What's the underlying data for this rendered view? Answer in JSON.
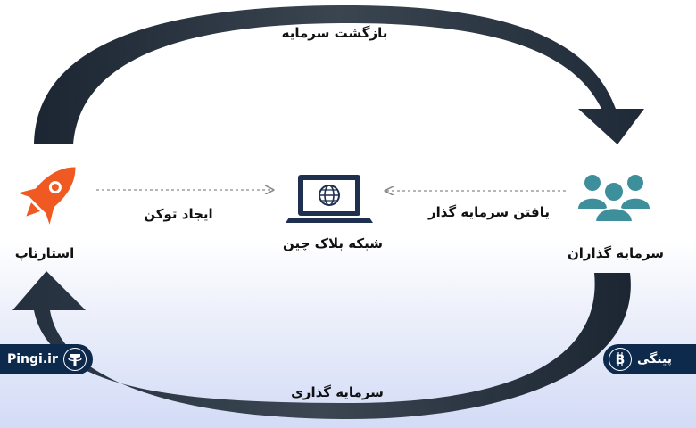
{
  "arrows": {
    "top": "بازگشت سرمایه",
    "bottom": "سرمایه گذاری",
    "left_mid": "ایجاد توکن",
    "right_mid": "یافتن سرمایه گذار"
  },
  "nodes": {
    "startup": {
      "label": "استارتاپ",
      "icon": "rocket-icon"
    },
    "blockchain": {
      "label": "شبکه بلاک چین",
      "icon": "laptop-globe-icon"
    },
    "investors": {
      "label": "سرمایه گذاران",
      "icon": "people-group-icon"
    }
  },
  "badges": {
    "left": {
      "text": "Pingi.ir",
      "icon": "tether-coin-icon"
    },
    "right": {
      "text": "پینگی",
      "icon": "bitcoin-coin-icon"
    }
  },
  "colors": {
    "arc_dark": "#1f2a38",
    "rocket": "#f05a22",
    "laptop": "#1e2f4f",
    "people": "#3e8f9c",
    "badge_bg": "#0d2a4d",
    "dotted": "#8a8a8a"
  }
}
